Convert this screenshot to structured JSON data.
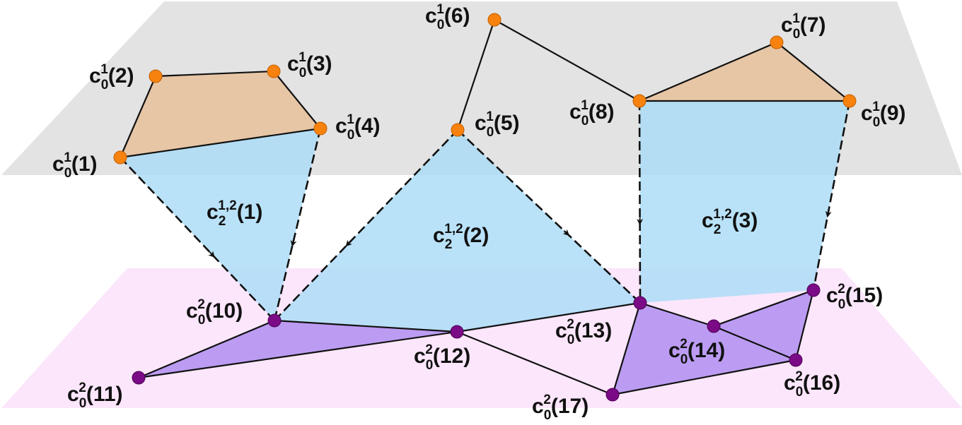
{
  "colors": {
    "upper_plane": "#e3e3e3",
    "lower_plane": "#fce6fb",
    "upper_face": "#e7c6a6",
    "cross_face": "#aadcf6",
    "lower_face": "#bc9cf2",
    "upper_node": "#f7820e",
    "lower_node": "#7b0a86",
    "edge": "#111111"
  },
  "nodes_level1": [
    {
      "id": 1,
      "base": "c",
      "sub": "0",
      "sup": "1",
      "arg": "(1)"
    },
    {
      "id": 2,
      "base": "c",
      "sub": "0",
      "sup": "1",
      "arg": "(2)"
    },
    {
      "id": 3,
      "base": "c",
      "sub": "0",
      "sup": "1",
      "arg": "(3)"
    },
    {
      "id": 4,
      "base": "c",
      "sub": "0",
      "sup": "1",
      "arg": "(4)"
    },
    {
      "id": 5,
      "base": "c",
      "sub": "0",
      "sup": "1",
      "arg": "(5)"
    },
    {
      "id": 6,
      "base": "c",
      "sub": "0",
      "sup": "1",
      "arg": "(6)"
    },
    {
      "id": 7,
      "base": "c",
      "sub": "0",
      "sup": "1",
      "arg": "(7)"
    },
    {
      "id": 8,
      "base": "c",
      "sub": "0",
      "sup": "1",
      "arg": "(8)"
    },
    {
      "id": 9,
      "base": "c",
      "sub": "0",
      "sup": "1",
      "arg": "(9)"
    }
  ],
  "nodes_level2": [
    {
      "id": 10,
      "base": "c",
      "sub": "0",
      "sup": "2",
      "arg": "(10)"
    },
    {
      "id": 11,
      "base": "c",
      "sub": "0",
      "sup": "2",
      "arg": "(11)"
    },
    {
      "id": 12,
      "base": "c",
      "sub": "0",
      "sup": "2",
      "arg": "(12)"
    },
    {
      "id": 13,
      "base": "c",
      "sub": "0",
      "sup": "2",
      "arg": "(13)"
    },
    {
      "id": 14,
      "base": "c",
      "sub": "0",
      "sup": "2",
      "arg": "(14)"
    },
    {
      "id": 15,
      "base": "c",
      "sub": "0",
      "sup": "2",
      "arg": "(15)"
    },
    {
      "id": 16,
      "base": "c",
      "sub": "0",
      "sup": "2",
      "arg": "(16)"
    },
    {
      "id": 17,
      "base": "c",
      "sub": "0",
      "sup": "2",
      "arg": "(17)"
    }
  ],
  "cells": [
    {
      "id": "cell-1",
      "base": "c",
      "sub": "2",
      "sup": "1,2",
      "arg": "(1)"
    },
    {
      "id": "cell-2",
      "base": "c",
      "sub": "2",
      "sup": "1,2",
      "arg": "(2)"
    },
    {
      "id": "cell-3",
      "base": "c",
      "sub": "2",
      "sup": "1,2",
      "arg": "(3)"
    }
  ],
  "edges_level1": [
    [
      1,
      2
    ],
    [
      2,
      3
    ],
    [
      3,
      4
    ],
    [
      1,
      4
    ],
    [
      5,
      6
    ],
    [
      6,
      8
    ],
    [
      8,
      7
    ],
    [
      7,
      9
    ],
    [
      8,
      9
    ]
  ],
  "edges_level2": [
    [
      10,
      11
    ],
    [
      10,
      12
    ],
    [
      11,
      12
    ],
    [
      12,
      13
    ],
    [
      12,
      17
    ],
    [
      13,
      14
    ],
    [
      13,
      17
    ],
    [
      14,
      15
    ],
    [
      14,
      16
    ],
    [
      15,
      16
    ],
    [
      16,
      17
    ]
  ],
  "cross_edges": [
    [
      1,
      10
    ],
    [
      4,
      10
    ],
    [
      5,
      10
    ],
    [
      5,
      13
    ],
    [
      8,
      13
    ],
    [
      9,
      15
    ]
  ]
}
